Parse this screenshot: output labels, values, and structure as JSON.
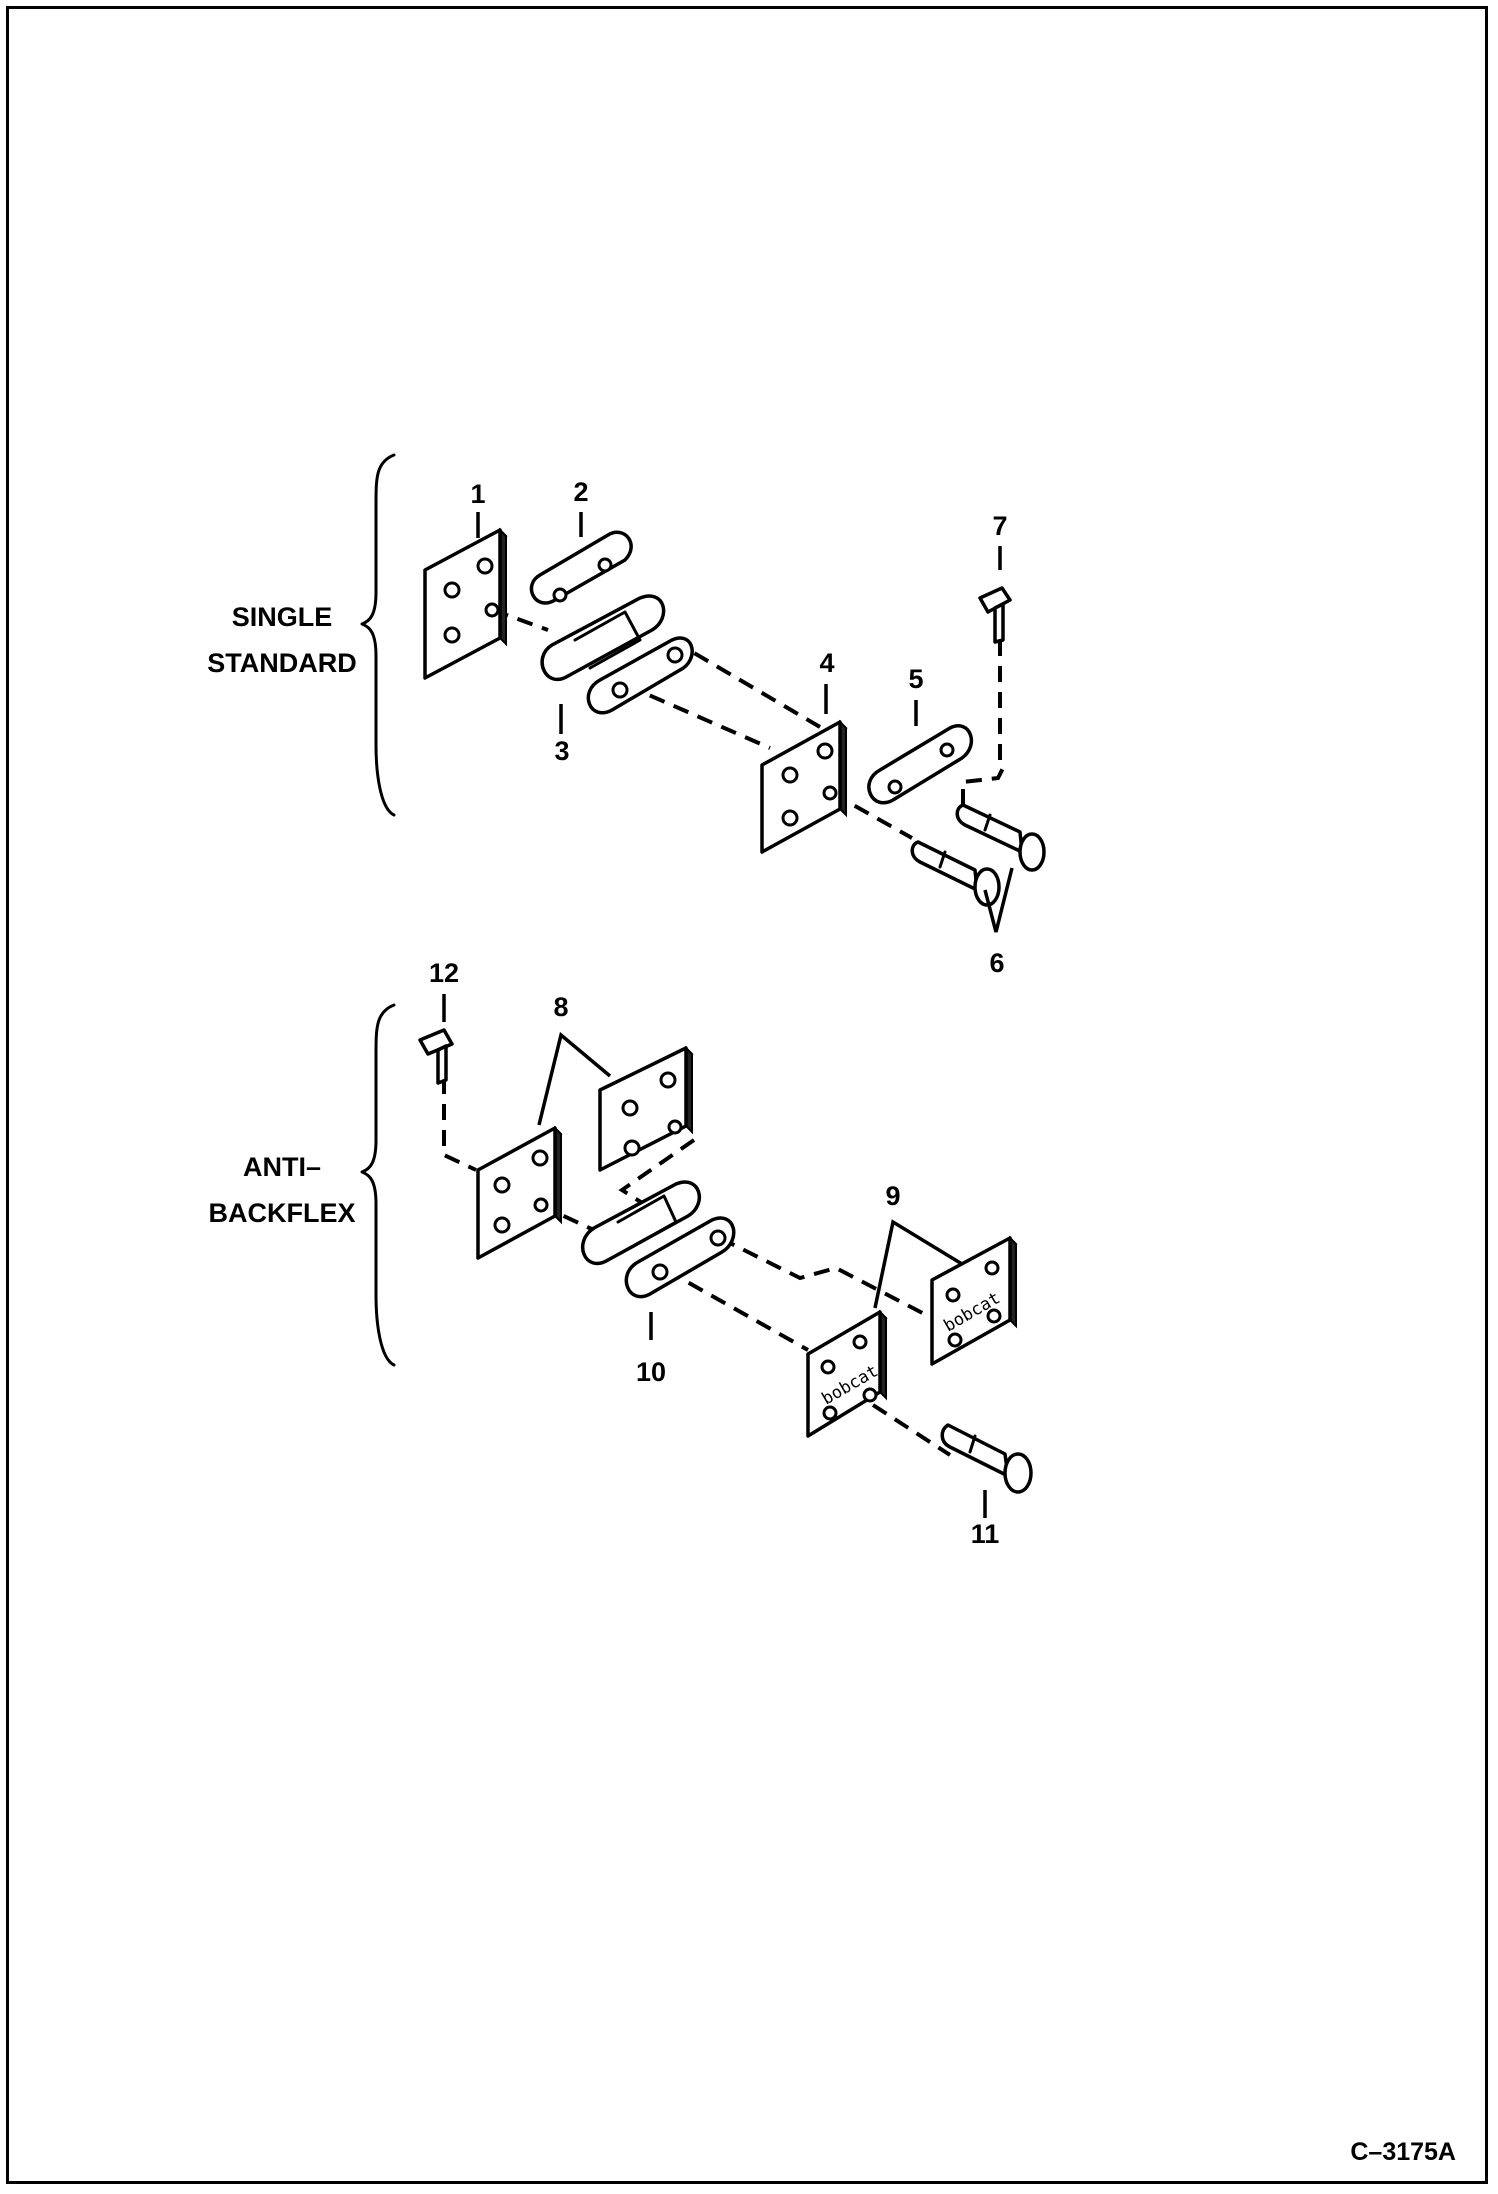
{
  "groups": {
    "single_standard": {
      "line1": "SINGLE",
      "line2": "STANDARD"
    },
    "anti_backflex": {
      "line1": "ANTI–",
      "line2": "BACKFLEX"
    }
  },
  "callouts": {
    "c1": "1",
    "c2": "2",
    "c3": "3",
    "c4": "4",
    "c5": "5",
    "c6": "6",
    "c7": "7",
    "c8": "8",
    "c9": "9",
    "c10": "10",
    "c11": "11",
    "c12": "12"
  },
  "plate_marking": "bobcat",
  "reference": "C–3175A",
  "colors": {
    "ink": "#000000",
    "paper": "#ffffff"
  }
}
